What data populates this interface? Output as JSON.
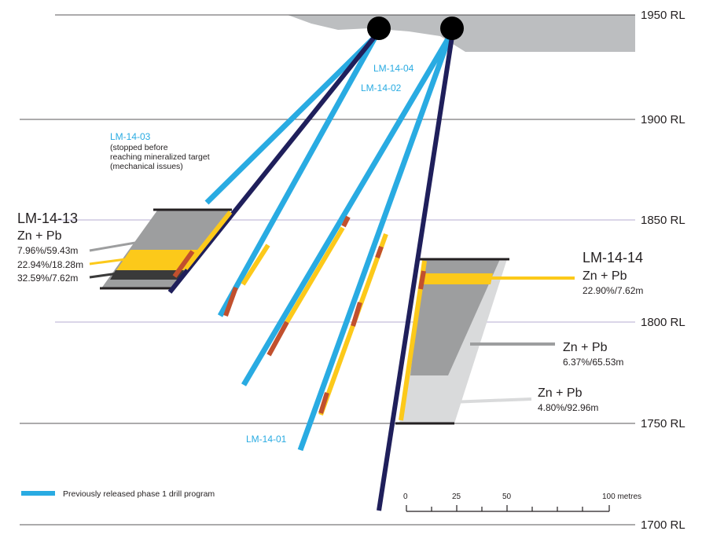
{
  "levels": [
    "1950 RL",
    "1900 RL",
    "1850 RL",
    "1800 RL",
    "1750 RL",
    "1700 RL"
  ],
  "holes": {
    "lm1404": "LM-14-04",
    "lm1402": "LM-14-02",
    "lm1401": "LM-14-01",
    "lm1403": {
      "name": "LM-14-03",
      "note": [
        "(stopped before",
        "reaching mineralized target",
        "(mechanical issues)"
      ]
    }
  },
  "left_block": {
    "title": "LM-14-13",
    "metal": "Zn + Pb",
    "intervals": [
      "7.96%/59.43m",
      "22.94%/18.28m",
      "32.59%/7.62m"
    ]
  },
  "right_block": {
    "title": "LM-14-14",
    "zones": [
      {
        "metal": "Zn + Pb",
        "interval": "22.90%/7.62m"
      },
      {
        "metal": "Zn + Pb",
        "interval": "6.37%/65.53m"
      },
      {
        "metal": "Zn + Pb",
        "interval": "4.80%/92.96m"
      }
    ]
  },
  "legend": {
    "label": "Previously released phase 1 drill program",
    "color": "#29abe2"
  },
  "scale": {
    "ticks": [
      "0",
      "25",
      "50",
      "100 metres"
    ]
  },
  "colors": {
    "phase1": "#29abe2",
    "new_hole": "#1f1f5b",
    "high_grade": "#fcc91a",
    "very_high_grade": "#c1502e",
    "ore_dark_grey": "#9d9e9f",
    "ore_light_grey": "#d9dadb",
    "topography": "#bcbec0"
  }
}
